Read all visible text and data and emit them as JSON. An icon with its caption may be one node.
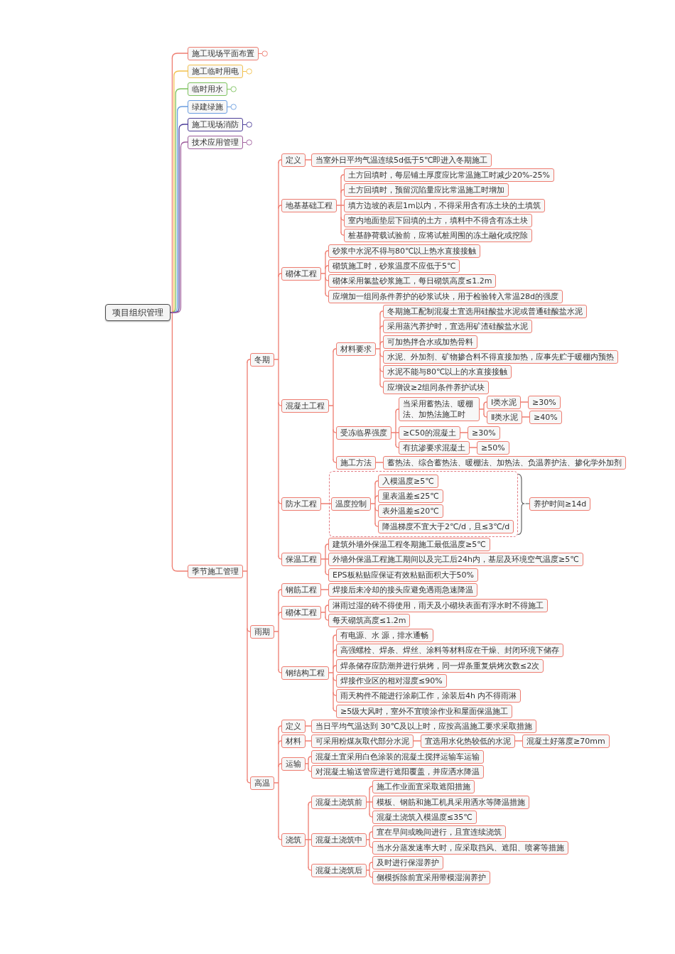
{
  "diagram": {
    "nodes": [
      {
        "text": [
          "项目组织管理"
        ]
      },
      {
        "text": [
          "施工现场平面布置"
        ]
      },
      {
        "text": [
          "施工临时用电"
        ]
      },
      {
        "text": [
          "临时用水"
        ]
      },
      {
        "text": [
          "绿建绿施"
        ]
      },
      {
        "text": [
          "施工现场消防"
        ]
      },
      {
        "text": [
          "技术应用管理"
        ]
      },
      {
        "text": [
          "季节施工管理"
        ]
      },
      {
        "text": [
          "冬期"
        ]
      },
      {
        "text": [
          "定义"
        ]
      },
      {
        "text": [
          "当室外日平均气温连续5d低于5℃即进入冬期施工"
        ]
      },
      {
        "text": [
          "地基基础工程"
        ]
      },
      {
        "text": [
          "土方回填时，每层铺土厚度应比常温施工时减少20%-25%"
        ]
      },
      {
        "text": [
          "土方回填时，预留沉陷量应比常温施工时增加"
        ]
      },
      {
        "text": [
          "填方边坡的表层1m以内，不得采用含有冻土块的土填筑"
        ]
      },
      {
        "text": [
          "室内地面垫层下回填的土方，填料中不得含有冻土块"
        ]
      },
      {
        "text": [
          "桩基静荷载试验前，应将试桩周围的冻土融化或挖除"
        ]
      },
      {
        "text": [
          "砌体工程"
        ]
      },
      {
        "text": [
          "砂浆中水泥不得与80℃以上热水直接接触"
        ]
      },
      {
        "text": [
          "砌筑施工时，砂浆温度不应低于5℃"
        ]
      },
      {
        "text": [
          "砌体采用氯盐砂浆施工，每日砌筑高度≤1.2m"
        ]
      },
      {
        "text": [
          "应增加一组同条件养护的砂浆试块，用于检验转入常温28d的强度"
        ]
      },
      {
        "text": [
          "混凝土工程"
        ]
      },
      {
        "text": [
          "材料要求"
        ]
      },
      {
        "text": [
          "冬期施工配制混凝土宜选用硅酸盐水泥或普通硅酸盐水泥"
        ]
      },
      {
        "text": [
          "采用蒸汽养护时，宜选用矿渣硅酸盐水泥"
        ]
      },
      {
        "text": [
          "可加热拌合水或加热骨料"
        ]
      },
      {
        "text": [
          "水泥、外加剂、矿物掺合料不得直接加热，应事先贮于暖棚内预热"
        ]
      },
      {
        "text": [
          "水泥不能与80℃以上的水直接接触"
        ]
      },
      {
        "text": [
          "应增设≥2组同条件养护试块"
        ]
      },
      {
        "text": [
          "受冻临界强度"
        ]
      },
      {
        "text": [
          "当采用蓄热法、暖棚法、加热法施工时"
        ]
      },
      {
        "text": [
          "Ⅰ类水泥"
        ]
      },
      {
        "text": [
          "≥30%"
        ]
      },
      {
        "text": [
          "Ⅱ类水泥"
        ]
      },
      {
        "text": [
          "≥40%"
        ]
      },
      {
        "text": [
          "≥C50的混凝土"
        ]
      },
      {
        "text": [
          "≥30%"
        ]
      },
      {
        "text": [
          "有抗渗要求混凝土"
        ]
      },
      {
        "text": [
          "≥50%"
        ]
      },
      {
        "text": [
          "施工方法"
        ]
      },
      {
        "text": [
          "蓄热法、综合蓄热法、暖棚法、加热法、负温养护法、掺化学外加剂"
        ]
      },
      {
        "text": [
          "防水工程"
        ]
      },
      {
        "text": [],
        "shape": "box"
      },
      {
        "text": [
          "温度控制"
        ],
        "in": 43
      },
      {
        "text": [
          "入模温度≥5℃"
        ],
        "in": 43
      },
      {
        "text": [
          "里表温差≤25℃"
        ],
        "in": 43
      },
      {
        "text": [
          "表外温差≤20℃"
        ],
        "in": 43
      },
      {
        "text": [
          "降温梯度不宜大于2℃/d，且≤3℃/d"
        ],
        "in": 43
      },
      {
        "text": [
          "养护时间≥14d"
        ]
      },
      {
        "text": [
          "保温工程"
        ]
      },
      {
        "text": [
          "建筑外墙外保温工程冬期施工最低温度≥5℃"
        ]
      },
      {
        "text": [
          "外墙外保温工程施工期间以及完工后24h内，基层及环境空气温度≥5℃"
        ]
      },
      {
        "text": [
          "EPS板粘贴应保证有效粘贴面积大于50%"
        ]
      },
      {
        "text": [
          "雨期"
        ]
      },
      {
        "text": [
          "钢筋工程"
        ]
      },
      {
        "text": [
          "焊接后未冷却的接头应避免遇雨急速降温"
        ]
      },
      {
        "text": [
          "砌体工程"
        ]
      },
      {
        "text": [
          "淋雨过湿的砖不得使用，雨天及小砌块表面有浮水时不得施工"
        ]
      },
      {
        "text": [
          "每天砌筑高度≤1.2m"
        ]
      },
      {
        "text": [
          "钢结构工程"
        ]
      },
      {
        "text": [
          "有电源、水 源，排水通畅"
        ]
      },
      {
        "text": [
          "高强螺栓、焊条、焊丝、涂料等材料应在干燥、封闭环境下储存"
        ]
      },
      {
        "text": [
          "焊条储存应防潮并进行烘烤，同一焊条重复烘烤次数≤2次"
        ]
      },
      {
        "text": [
          "焊接作业区的相对湿度≤90%"
        ]
      },
      {
        "text": [
          "雨天构件不能进行涂刷工作，涂装后4h 内不得雨淋"
        ]
      },
      {
        "text": [
          "≥5级大风时，室外不宜喷涂作业和屋面保温施工"
        ]
      },
      {
        "text": [
          "高温"
        ]
      },
      {
        "text": [
          "定义"
        ]
      },
      {
        "text": [
          "当日平均气温达到 30℃及以上时，应按高温施工要求采取措施"
        ]
      },
      {
        "text": [
          "材料"
        ]
      },
      {
        "text": [
          "可采用粉煤灰取代部分水泥"
        ]
      },
      {
        "text": [
          "宜选用水化热较低的水泥"
        ]
      },
      {
        "text": [
          "混凝土好落度≥70mm"
        ]
      },
      {
        "text": [
          "运输"
        ]
      },
      {
        "text": [
          "混凝土宜采用白色涂装的混凝土搅拌运输车运输"
        ]
      },
      {
        "text": [
          "对混凝土输送管应进行遮阳覆盖，并应洒水降温"
        ]
      },
      {
        "text": [
          "浇筑"
        ]
      },
      {
        "text": [
          "混凝土浇筑前"
        ]
      },
      {
        "text": [
          "施工作业面宜采取遮阳措施"
        ]
      },
      {
        "text": [
          "模板、钢筋和施工机具采用洒水等降温措施"
        ]
      },
      {
        "text": [
          "混凝土浇筑入模温度≤35℃"
        ]
      },
      {
        "text": [
          "混凝土浇筑中"
        ]
      },
      {
        "text": [
          "宜在早间或晚间进行，且宜连续浇筑"
        ]
      },
      {
        "text": [
          "当水分蒸发速率大时，应采取挡风、遮阳、喷雾等措施"
        ]
      },
      {
        "text": [
          "混凝土浇筑后"
        ]
      },
      {
        "text": [
          "及时进行保湿养护"
        ]
      },
      {
        "text": [
          "侧模拆除前宜采用带模湿润养护"
        ]
      }
    ],
    "edges": [
      {
        "from": 0,
        "to": 1,
        "arrow": "none"
      },
      {
        "from": 0,
        "to": 2,
        "arrow": "none",
        "color": "#f2c14e"
      },
      {
        "from": 0,
        "to": 3,
        "arrow": "none",
        "color": "#7dc25e"
      },
      {
        "from": 0,
        "to": 4,
        "arrow": "none",
        "color": "#6a9de0"
      },
      {
        "from": 0,
        "to": 5,
        "arrow": "none",
        "color": "#4e3f9a"
      },
      {
        "from": 0,
        "to": 6,
        "arrow": "none",
        "color": "#a0609e"
      },
      {
        "from": 0,
        "to": 7,
        "arrow": "none"
      },
      {
        "from": 7,
        "to": 8,
        "arrow": "none"
      },
      {
        "from": 8,
        "to": 9,
        "arrow": "none"
      },
      {
        "from": 9,
        "to": 10,
        "arrow": "none"
      },
      {
        "from": 8,
        "to": 11,
        "arrow": "none"
      },
      {
        "from": 11,
        "to": 12,
        "arrow": "none"
      },
      {
        "from": 11,
        "to": 13,
        "arrow": "none"
      },
      {
        "from": 11,
        "to": 14,
        "arrow": "none"
      },
      {
        "from": 11,
        "to": 15,
        "arrow": "none"
      },
      {
        "from": 11,
        "to": 16,
        "arrow": "none"
      },
      {
        "from": 8,
        "to": 17,
        "arrow": "none"
      },
      {
        "from": 17,
        "to": 18,
        "arrow": "none"
      },
      {
        "from": 17,
        "to": 19,
        "arrow": "none"
      },
      {
        "from": 17,
        "to": 20,
        "arrow": "none"
      },
      {
        "from": 17,
        "to": 21,
        "arrow": "none"
      },
      {
        "from": 8,
        "to": 22,
        "arrow": "none"
      },
      {
        "from": 22,
        "to": 23,
        "arrow": "none"
      },
      {
        "from": 23,
        "to": 24,
        "arrow": "none"
      },
      {
        "from": 23,
        "to": 25,
        "arrow": "none"
      },
      {
        "from": 23,
        "to": 26,
        "arrow": "none"
      },
      {
        "from": 23,
        "to": 27,
        "arrow": "none"
      },
      {
        "from": 23,
        "to": 28,
        "arrow": "none"
      },
      {
        "from": 23,
        "to": 29,
        "arrow": "none"
      },
      {
        "from": 22,
        "to": 30,
        "arrow": "none"
      },
      {
        "from": 30,
        "to": 31,
        "arrow": "none"
      },
      {
        "from": 31,
        "to": 32,
        "arrow": "none"
      },
      {
        "from": 32,
        "to": 33,
        "arrow": "none"
      },
      {
        "from": 31,
        "to": 34,
        "arrow": "none"
      },
      {
        "from": 34,
        "to": 35,
        "arrow": "none"
      },
      {
        "from": 30,
        "to": 36,
        "arrow": "none"
      },
      {
        "from": 36,
        "to": 37,
        "arrow": "none"
      },
      {
        "from": 30,
        "to": 38,
        "arrow": "none"
      },
      {
        "from": 38,
        "to": 39,
        "arrow": "none"
      },
      {
        "from": 22,
        "to": 40,
        "arrow": "none"
      },
      {
        "from": 40,
        "to": 41,
        "arrow": "none"
      },
      {
        "from": 8,
        "to": 42,
        "arrow": "none"
      },
      {
        "from": 42,
        "to": 44,
        "arrow": "none"
      },
      {
        "from": 44,
        "to": 45,
        "arrow": "none"
      },
      {
        "from": 44,
        "to": 46,
        "arrow": "none"
      },
      {
        "from": 44,
        "to": 47,
        "arrow": "none"
      },
      {
        "from": 44,
        "to": 48,
        "arrow": "none"
      },
      {
        "from": 43,
        "to": 49,
        "arrow": "none",
        "color": "#555555"
      },
      {
        "from": 8,
        "to": 50,
        "arrow": "none"
      },
      {
        "from": 50,
        "to": 51,
        "arrow": "none"
      },
      {
        "from": 50,
        "to": 52,
        "arrow": "none"
      },
      {
        "from": 50,
        "to": 53,
        "arrow": "none"
      },
      {
        "from": 7,
        "to": 54,
        "arrow": "none"
      },
      {
        "from": 54,
        "to": 55,
        "arrow": "none"
      },
      {
        "from": 55,
        "to": 56,
        "arrow": "none"
      },
      {
        "from": 54,
        "to": 57,
        "arrow": "none"
      },
      {
        "from": 57,
        "to": 58,
        "arrow": "none"
      },
      {
        "from": 57,
        "to": 59,
        "arrow": "none"
      },
      {
        "from": 54,
        "to": 60,
        "arrow": "none"
      },
      {
        "from": 60,
        "to": 61,
        "arrow": "none"
      },
      {
        "from": 60,
        "to": 62,
        "arrow": "none"
      },
      {
        "from": 60,
        "to": 63,
        "arrow": "none"
      },
      {
        "from": 60,
        "to": 64,
        "arrow": "none"
      },
      {
        "from": 60,
        "to": 65,
        "arrow": "none"
      },
      {
        "from": 60,
        "to": 66,
        "arrow": "none"
      },
      {
        "from": 7,
        "to": 67,
        "arrow": "none"
      },
      {
        "from": 67,
        "to": 68,
        "arrow": "none"
      },
      {
        "from": 68,
        "to": 69,
        "arrow": "none"
      },
      {
        "from": 67,
        "to": 70,
        "arrow": "none"
      },
      {
        "from": 70,
        "to": 71,
        "arrow": "none"
      },
      {
        "from": 71,
        "to": 72,
        "arrow": "none"
      },
      {
        "from": 72,
        "to": 73,
        "arrow": "none"
      },
      {
        "from": 67,
        "to": 74,
        "arrow": "none"
      },
      {
        "from": 74,
        "to": 75,
        "arrow": "none"
      },
      {
        "from": 74,
        "to": 76,
        "arrow": "none"
      },
      {
        "from": 67,
        "to": 77,
        "arrow": "none"
      },
      {
        "from": 77,
        "to": 78,
        "arrow": "none"
      },
      {
        "from": 78,
        "to": 79,
        "arrow": "none"
      },
      {
        "from": 78,
        "to": 80,
        "arrow": "none"
      },
      {
        "from": 78,
        "to": 81,
        "arrow": "none"
      },
      {
        "from": 77,
        "to": 82,
        "arrow": "none"
      },
      {
        "from": 82,
        "to": 83,
        "arrow": "none"
      },
      {
        "from": 82,
        "to": 84,
        "arrow": "none"
      },
      {
        "from": 77,
        "to": 85,
        "arrow": "none"
      },
      {
        "from": 85,
        "to": 86,
        "arrow": "none"
      },
      {
        "from": 85,
        "to": 87,
        "arrow": "none"
      }
    ]
  }
}
